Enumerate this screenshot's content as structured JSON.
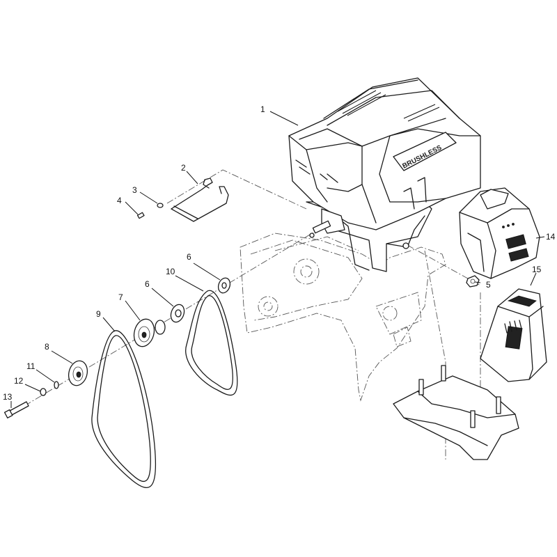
{
  "motor_logo": "BRUSHLESS",
  "callouts": [
    {
      "id": "c1",
      "label": "1"
    },
    {
      "id": "c2",
      "label": "2"
    },
    {
      "id": "c3",
      "label": "3"
    },
    {
      "id": "c4",
      "label": "4"
    },
    {
      "id": "c5",
      "label": "5"
    },
    {
      "id": "c6a",
      "label": "6"
    },
    {
      "id": "c6b",
      "label": "6"
    },
    {
      "id": "c7",
      "label": "7"
    },
    {
      "id": "c8",
      "label": "8"
    },
    {
      "id": "c9",
      "label": "9"
    },
    {
      "id": "c10",
      "label": "10"
    },
    {
      "id": "c11",
      "label": "11"
    },
    {
      "id": "c12",
      "label": "12"
    },
    {
      "id": "c13",
      "label": "13"
    },
    {
      "id": "c14",
      "label": "14"
    },
    {
      "id": "c15",
      "label": "15"
    }
  ],
  "colors": {
    "line": "#1a1a1a",
    "background": "#ffffff"
  }
}
